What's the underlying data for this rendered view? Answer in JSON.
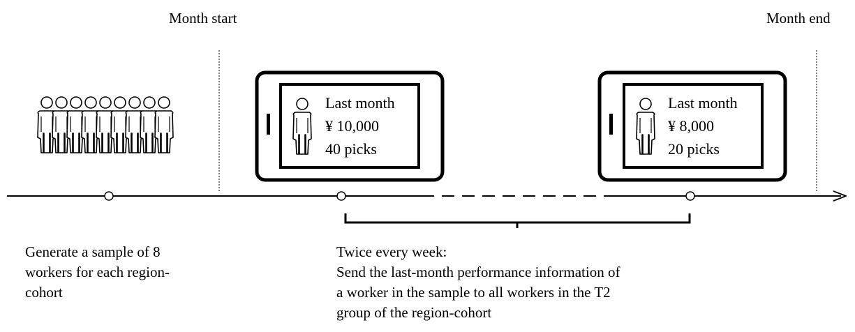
{
  "header": {
    "month_start": "Month start",
    "month_end": "Month end"
  },
  "phones": [
    {
      "line1": "Last month",
      "line2": "¥ 10,000",
      "line3": "40 picks"
    },
    {
      "line1": "Last month",
      "line2": "¥ 8,000",
      "line3": "20 picks"
    }
  ],
  "notes": {
    "left": [
      "Generate a sample of 8",
      "workers for each region-",
      "cohort"
    ],
    "right": [
      "Twice every week:",
      "Send the last-month performance information of",
      "a worker in the sample to all workers in the T2",
      "group of the region-cohort"
    ]
  },
  "icons": {
    "worker_group": "group-of-workers-icon",
    "worker": "person-icon",
    "phone": "smartphone-icon"
  },
  "colors": {
    "line": "#000000",
    "background": "#ffffff"
  }
}
